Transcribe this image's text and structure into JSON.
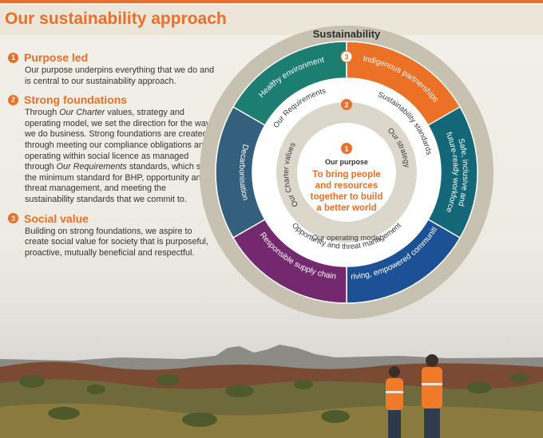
{
  "page": {
    "title": "Our sustainability approach"
  },
  "sections": [
    {
      "number": "1",
      "title": "Purpose led",
      "body": "Our purpose underpins everything that we do and is central to our sustainability approach."
    },
    {
      "number": "2",
      "title": "Strong foundations",
      "body_parts": {
        "p1": "Through ",
        "p2": "Our Charter",
        "p3": " values, strategy and operating model, we set the direction for the way we do business. Strong foundations are created through meeting our compliance obligations and operating within social licence as managed through ",
        "p4": "Our Requirements",
        "p5": " standards, which set the minimum standard for BHP, opportunity and threat management, and meeting the sustainability standards that we commit to."
      }
    },
    {
      "number": "3",
      "title": "Social value",
      "body": "Building on strong foundations, we aspire to create social value for society that is purposeful, proactive, mutually beneficial and respectful."
    }
  ],
  "diagram": {
    "outer_ring_label": "Sustainability",
    "center_number": "1",
    "center_title": "Our purpose",
    "center_lines": [
      "To bring people",
      "and resources",
      "together to build",
      "a better world"
    ],
    "inner_ring_labels": {
      "charter": "Our Charter values",
      "strategy": "Our strategy",
      "operating": "Our operating model"
    },
    "inner_ring_number": "2",
    "white_ring_labels": {
      "requirements": "Our Requirements",
      "standards": "Sustainability standards",
      "threat": "Opportunity and threat management"
    },
    "outer_number": "3",
    "segments": [
      {
        "label": "Healthy environment",
        "color": "#1c7e70"
      },
      {
        "label": "Indigenous partnerships",
        "color": "#ea7126"
      },
      {
        "label": "Safe, inclusive and",
        "label2": "future-ready workforce",
        "color": "#136777"
      },
      {
        "label": "Thriving, empowered communities",
        "color": "#1d5196"
      },
      {
        "label": "Responsible supply chain",
        "color": "#74296f"
      },
      {
        "label": "Decarbonisation",
        "color": "#34607d"
      }
    ],
    "colors": {
      "outer_ring": "#c7c1b1",
      "inner_ring": "#dcd7cb",
      "accent": "#e8702a"
    }
  }
}
